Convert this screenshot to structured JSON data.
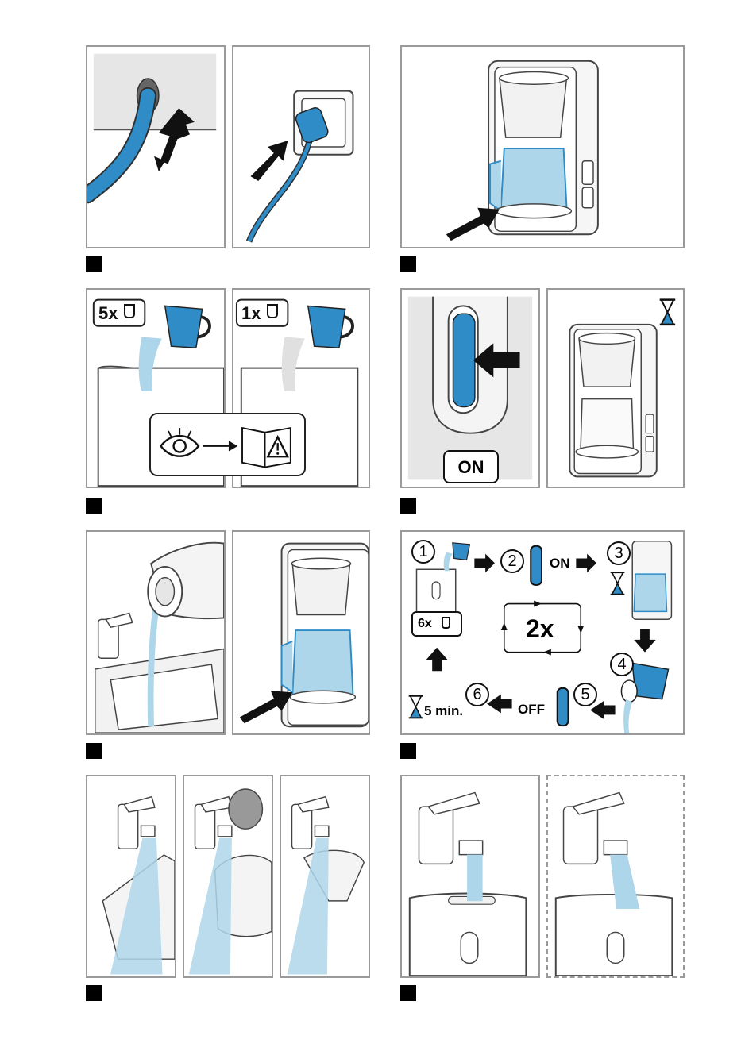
{
  "colors": {
    "blue": "#2f8cc6",
    "light_blue": "#aed6ea",
    "gray": "#e6e6e6",
    "frame": "#9a9a9a"
  },
  "step3": {
    "left_badge": "5x",
    "right_badge": "1x",
    "cup_icon": "cup-icon",
    "manual_icons": [
      "eye-icon",
      "manual-book-icon",
      "warning-icon"
    ]
  },
  "step4": {
    "button_label": "ON",
    "timer_icon": "hourglass-icon"
  },
  "step6": {
    "num1": "1",
    "num2": "2",
    "num3": "3",
    "num4": "4",
    "num5": "5",
    "num6": "6",
    "on_label": "ON",
    "off_label": "OFF",
    "repeat_label": "2x",
    "cups_label": "6x",
    "wait_label": "5 min."
  }
}
